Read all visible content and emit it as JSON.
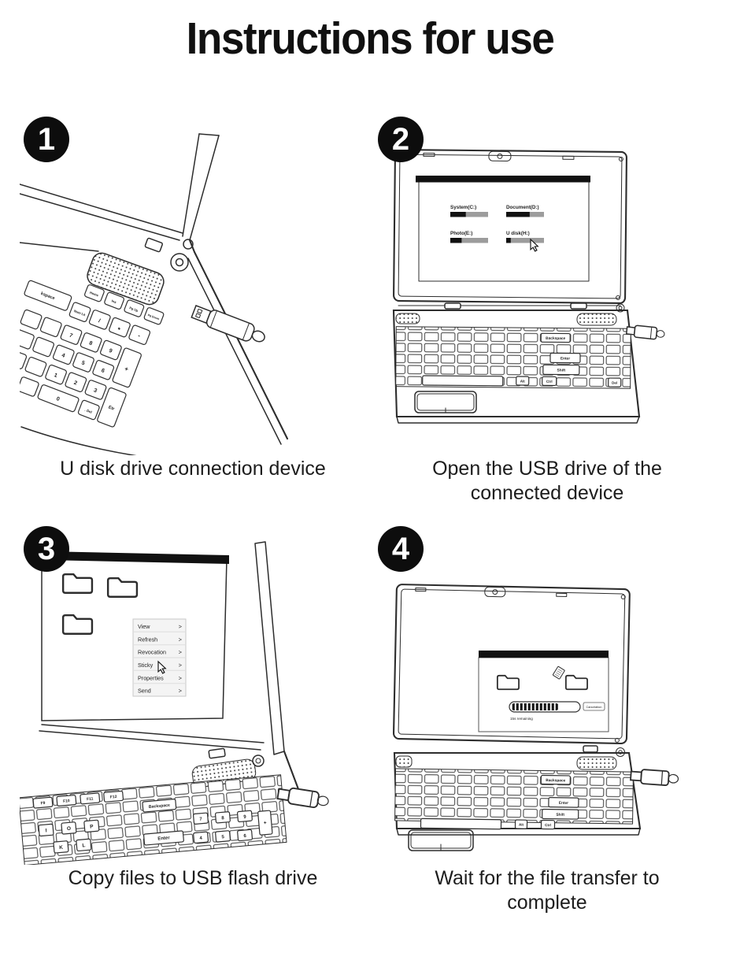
{
  "title": "Instructions for use",
  "steps": [
    {
      "number": "1",
      "caption": "U disk drive connection device"
    },
    {
      "number": "2",
      "caption": "Open the USB drive of the connected device"
    },
    {
      "number": "3",
      "caption": "Copy files to USB flash drive"
    },
    {
      "number": "4",
      "caption": "Wait for the file transfer to complete"
    }
  ],
  "step1_art": {
    "keypad_keys": [
      "kspace",
      "Home",
      "Ins",
      "Pg Up",
      "Pg Down",
      "Num Lk",
      "/",
      "*",
      "-",
      "7",
      "8",
      "9",
      "+",
      "4",
      "5",
      "6",
      "1",
      "2",
      "3",
      "0",
      ". Del",
      "Etr"
    ]
  },
  "step2_screen": {
    "drives": [
      {
        "label": "System(C:)",
        "fill_pct": 41
      },
      {
        "label": "Document(D:)",
        "fill_pct": 62
      },
      {
        "label": "Photo(E:)",
        "fill_pct": 30
      },
      {
        "label": "U disk(H:)",
        "fill_pct": 12
      }
    ]
  },
  "step2_keys": {
    "backspace": "Backspace",
    "enter": "Enter",
    "shift": "Shift",
    "alt": "Alt",
    "ctrl": "Ctrl",
    "del": "Del"
  },
  "step3_screen": {
    "menu_items": [
      {
        "label": "View",
        "arrow": ">"
      },
      {
        "label": "Refresh",
        "arrow": ">"
      },
      {
        "label": "Revocation",
        "arrow": ">"
      },
      {
        "label": "Sticky",
        "arrow": ">"
      },
      {
        "label": "Properties",
        "arrow": ">"
      },
      {
        "label": "Send",
        "arrow": ">"
      }
    ]
  },
  "step3_keys": {
    "fkeys": [
      "F9",
      "F10",
      "F11",
      "F12"
    ],
    "backspace": "Backspace",
    "enter": "Enter",
    "letters": [
      "I",
      "O",
      "P",
      "K",
      "L"
    ],
    "numpad": [
      "7",
      "8",
      "9",
      "4",
      "5",
      "6",
      "+"
    ]
  },
  "step4_dialog": {
    "progress_pct": 71,
    "remaining": "15s remaining",
    "cancel": "Cancelation"
  },
  "step4_keys": {
    "backspace": "Backspace",
    "enter": "Enter",
    "shift": "Shift",
    "alt": "Alt",
    "ctrl": "Ctrl"
  },
  "colors": {
    "line": "#2d2d2d",
    "badge_bg": "#0d0d0d",
    "bar_gray": "#9c9c9c",
    "bar_black": "#111111",
    "menu_bg": "#f4f4f4"
  }
}
